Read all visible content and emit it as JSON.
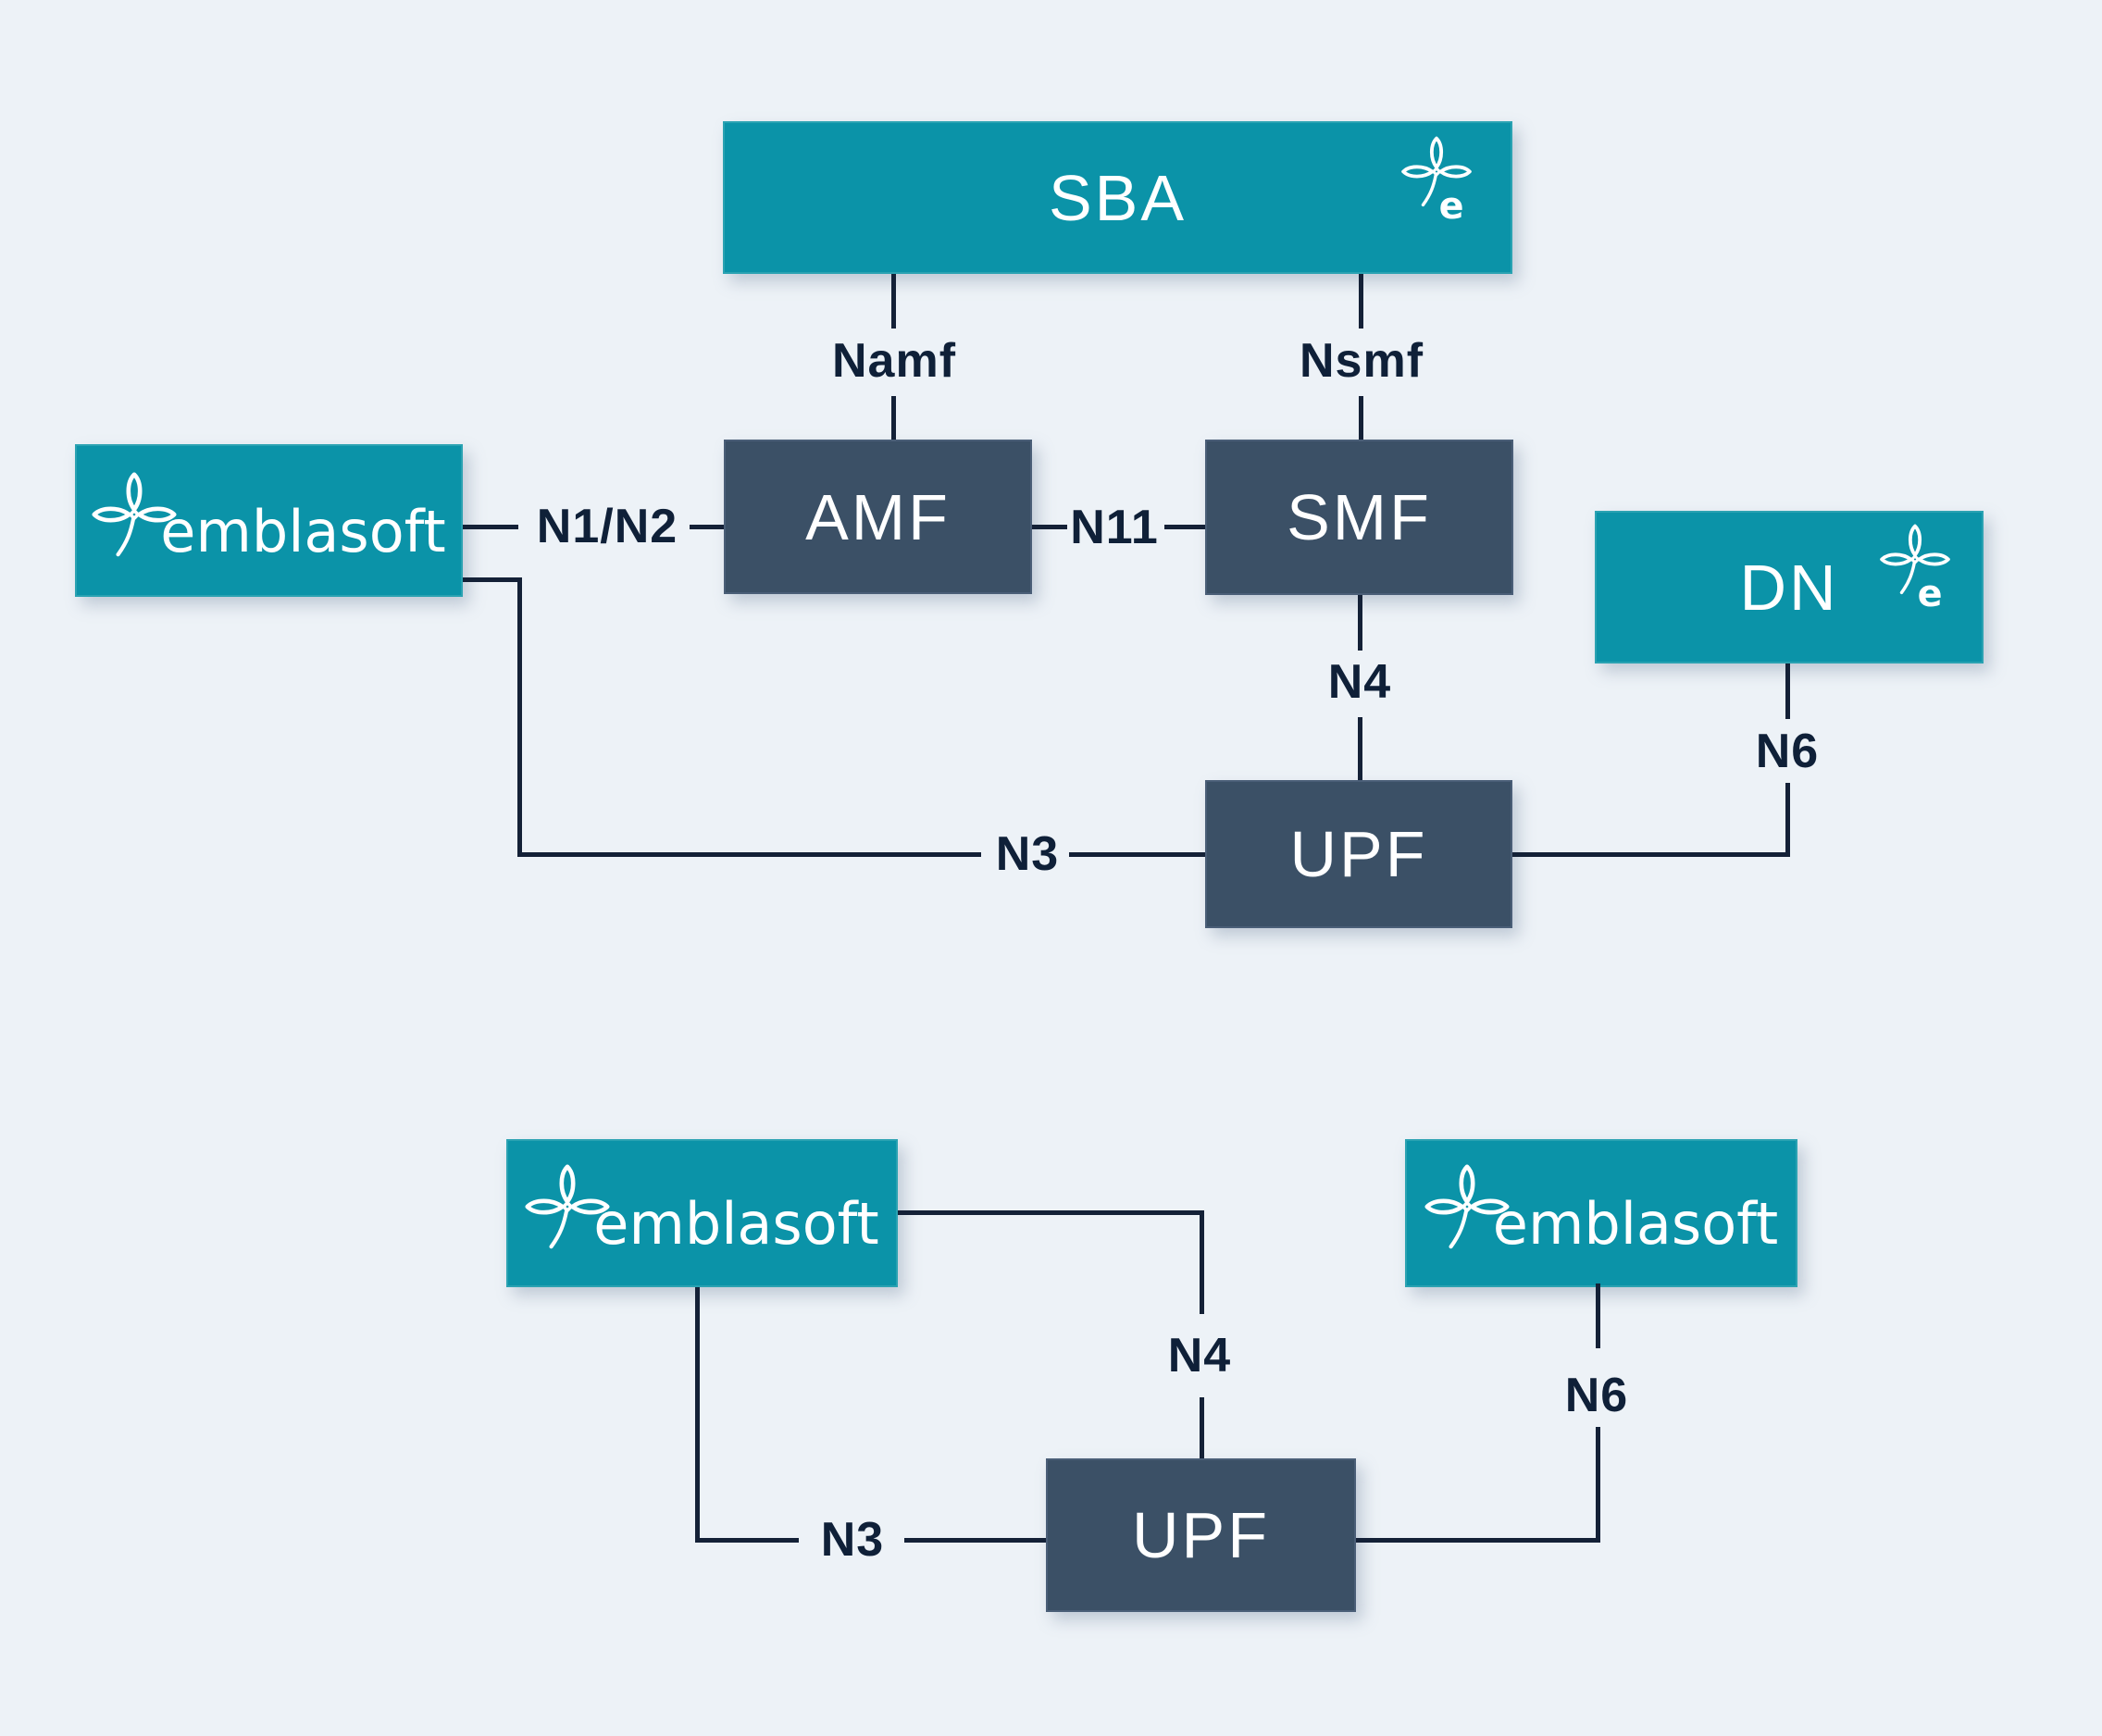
{
  "colors": {
    "background": "#edf2f7",
    "teal_box": "#0b93a8",
    "navy_box": "#3b5066",
    "line_ink": "#142137",
    "label_ink": "#0f2038",
    "box_text": "#ffffff"
  },
  "logo": {
    "letter": "e",
    "brand": "emblasoft"
  },
  "top_diagram": {
    "nodes": {
      "sba": "SBA",
      "emblasoft": "emblasoft",
      "amf": "AMF",
      "smf": "SMF",
      "dn": "DN",
      "upf": "UPF"
    },
    "edges": {
      "namf": "Namf",
      "nsmf": "Nsmf",
      "n1n2": "N1/N2",
      "n11": "N11",
      "n4": "N4",
      "n6": "N6",
      "n3": "N3"
    }
  },
  "bottom_diagram": {
    "nodes": {
      "emblasoft_left": "emblasoft",
      "emblasoft_right": "emblasoft",
      "upf": "UPF"
    },
    "edges": {
      "n3": "N3",
      "n4": "N4",
      "n6": "N6"
    }
  }
}
